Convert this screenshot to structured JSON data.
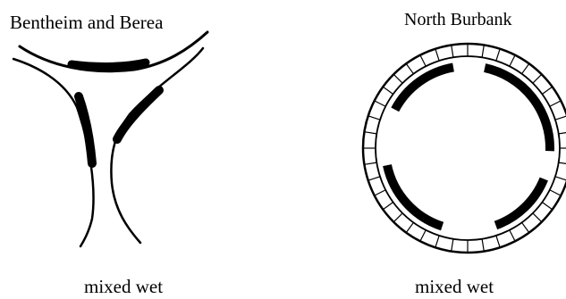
{
  "panels": [
    {
      "title": "Bentheim and Berea",
      "caption": "mixed wet"
    },
    {
      "title": "North Burbank",
      "caption": "mixed wet"
    }
  ],
  "colors": {
    "ink": "#000000",
    "background": "#ffffff"
  }
}
